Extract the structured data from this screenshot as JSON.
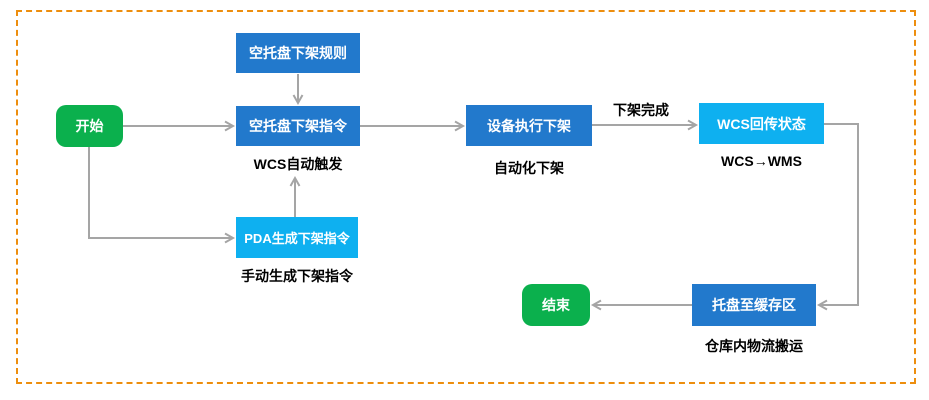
{
  "diagram": {
    "type": "flowchart",
    "colors": {
      "node_green": "#0BB04D",
      "node_blue": "#2279CC",
      "node_cyan": "#0EB0F0",
      "connector_gray": "#A5A5A5",
      "border_orange": "#ED8E0E",
      "node_text": "#FFFFFF",
      "label_text": "#000000"
    },
    "nodes": [
      {
        "id": "start",
        "label": "开始",
        "shape": "rounded",
        "color": "#0BB04D"
      },
      {
        "id": "empty-pallet-rule",
        "label": "空托盘下架规则",
        "shape": "rect",
        "color": "#2279CC"
      },
      {
        "id": "empty-pallet-command",
        "label": "空托盘下架指令",
        "shape": "rect",
        "color": "#2279CC",
        "sublabel": "WCS自动触发"
      },
      {
        "id": "pda-command",
        "label": "PDA生成下架指令",
        "shape": "rect",
        "color": "#0EB0F0",
        "sublabel": "手动生成下架指令"
      },
      {
        "id": "device-execute",
        "label": "设备执行下架",
        "shape": "rect",
        "color": "#2279CC",
        "sublabel": "自动化下架"
      },
      {
        "id": "wcs-status",
        "label": "WCS回传状态",
        "shape": "rect",
        "color": "#0EB0F0",
        "sublabel": "WCS→WMS"
      },
      {
        "id": "pallet-to-buffer",
        "label": "托盘至缓存区",
        "shape": "rect",
        "color": "#2279CC",
        "sublabel": "仓库内物流搬运"
      },
      {
        "id": "end",
        "label": "结束",
        "shape": "rounded",
        "color": "#0BB04D"
      }
    ],
    "edges": [
      {
        "from": "start",
        "to": "empty-pallet-command"
      },
      {
        "from": "empty-pallet-rule",
        "to": "empty-pallet-command"
      },
      {
        "from": "empty-pallet-command",
        "to": "device-execute"
      },
      {
        "from": "device-execute",
        "to": "wcs-status",
        "label": "下架完成"
      },
      {
        "from": "wcs-status",
        "to": "pallet-to-buffer"
      },
      {
        "from": "pallet-to-buffer",
        "to": "end"
      },
      {
        "from": "start",
        "to": "pda-command"
      },
      {
        "from": "pda-command",
        "to": "empty-pallet-command"
      }
    ]
  }
}
